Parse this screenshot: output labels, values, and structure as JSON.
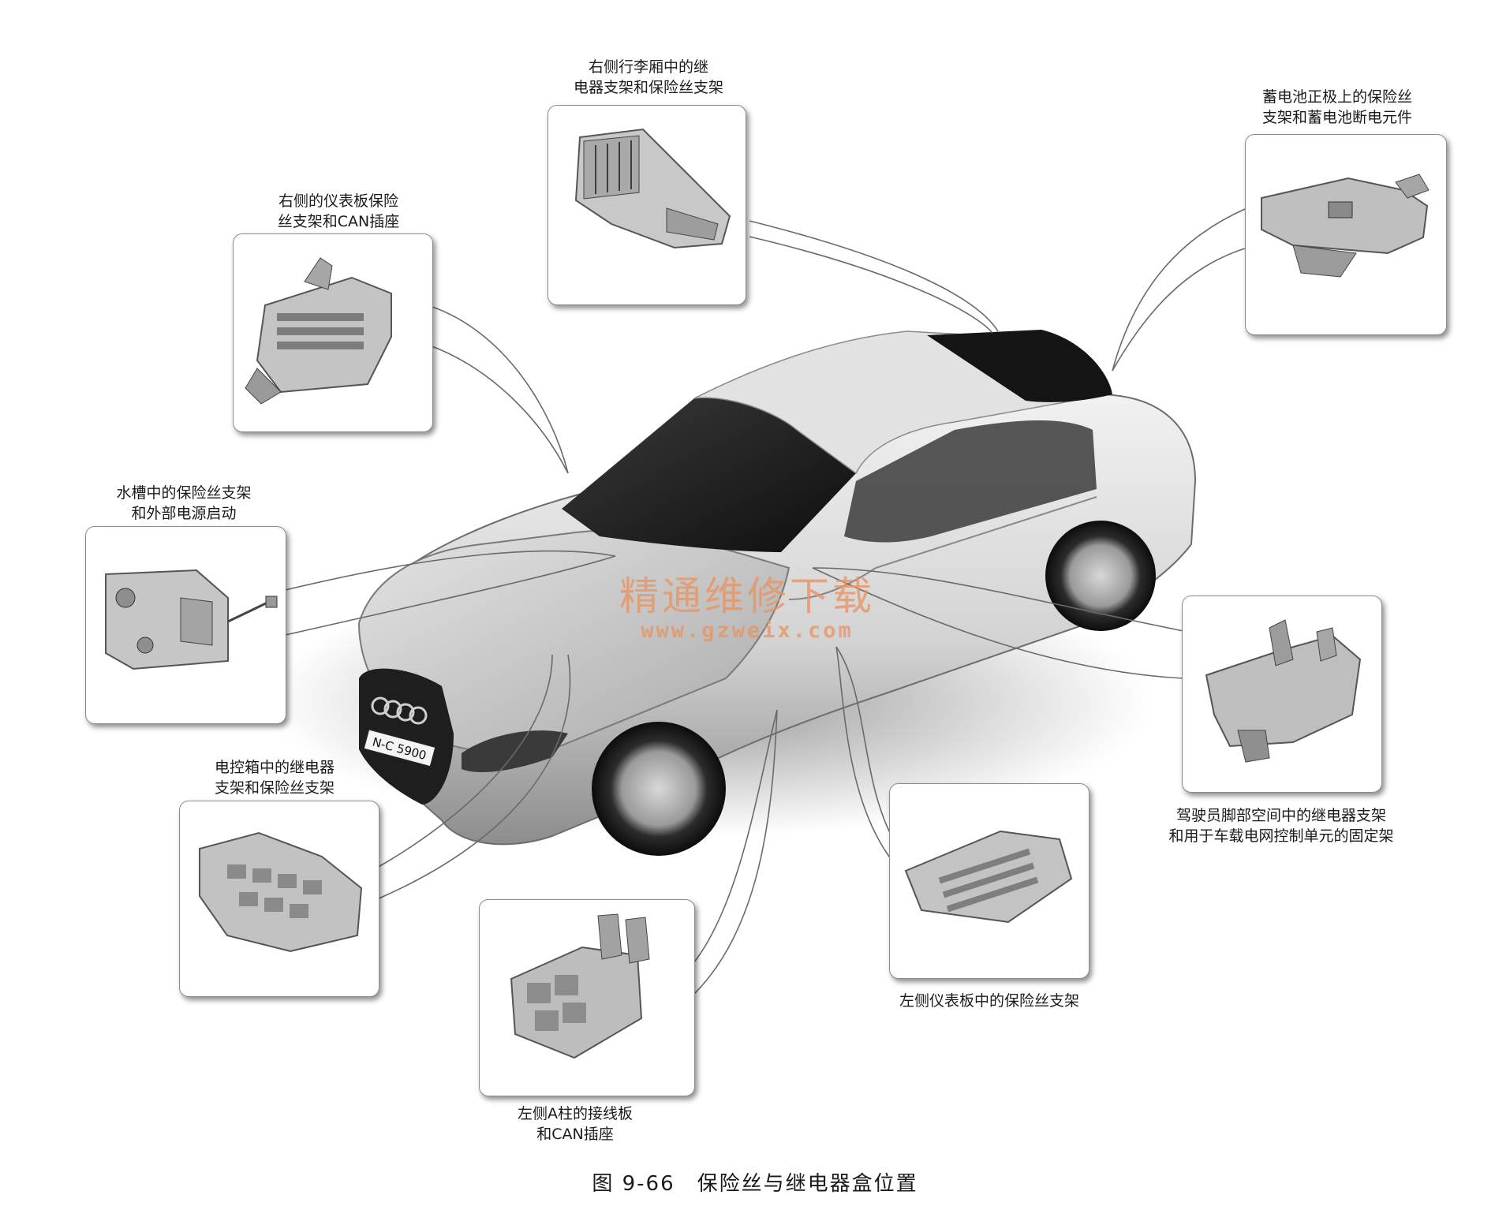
{
  "watermark": {
    "title": "精通维修下载",
    "url": "www.gzweix.com"
  },
  "figure": {
    "number": "图 9-66",
    "title": "保险丝与继电器盒位置"
  },
  "plate": "N-C 5900",
  "callouts": {
    "rear_luggage": [
      "右侧行李厢中的继",
      "电器支架和保险丝支架"
    ],
    "battery": [
      "蓄电池正极上的保险丝",
      "支架和蓄电池断电元件"
    ],
    "right_dash": [
      "右侧的仪表板保险",
      "丝支架和CAN插座"
    ],
    "water_tank": [
      "水槽中的保险丝支架",
      "和外部电源启动"
    ],
    "driver_footwell": [
      "驾驶员脚部空间中的继电器支架",
      "和用于车载电网控制单元的固定架"
    ],
    "ecu_box": [
      "电控箱中的继电器",
      "支架和保险丝支架"
    ],
    "left_dash": [
      "左侧仪表板中的保险丝支架"
    ],
    "left_a_pillar": [
      "左侧A柱的接线板",
      "和CAN插座"
    ]
  }
}
